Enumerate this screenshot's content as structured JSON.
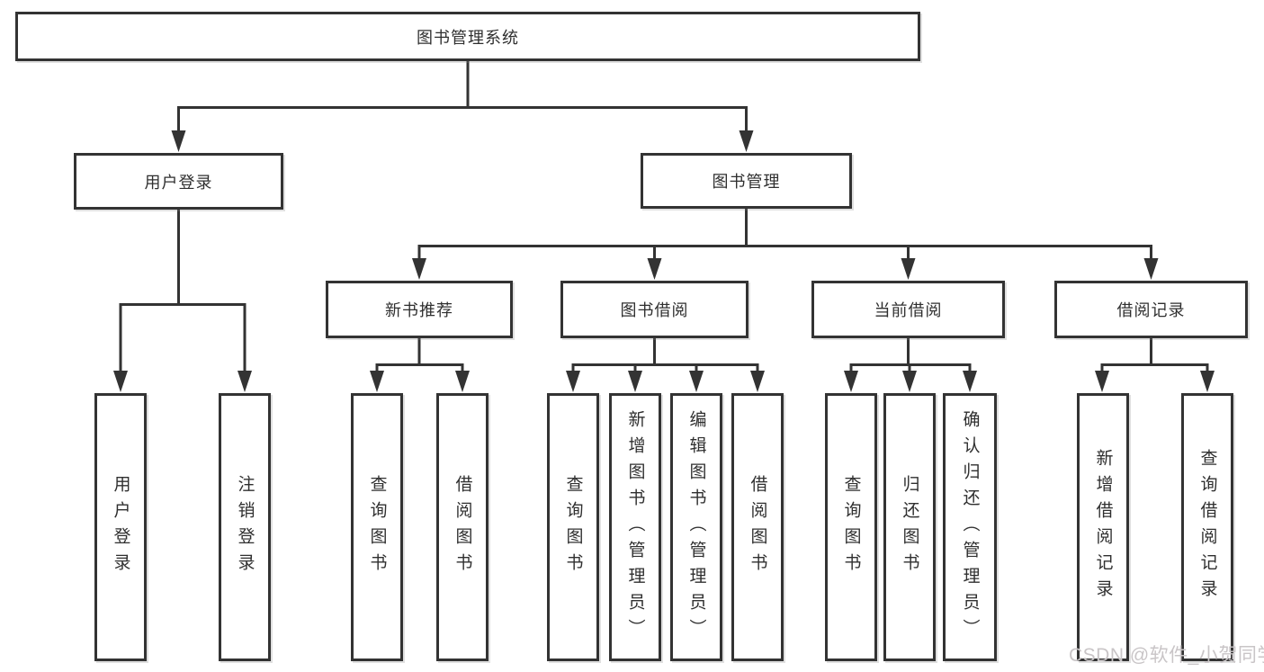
{
  "diagram": {
    "root": "图书管理系统",
    "user_login_branch": {
      "label": "用户登录",
      "children": [
        "用户登录",
        "注销登录"
      ]
    },
    "book_mgmt_branch": {
      "label": "图书管理",
      "groups": [
        {
          "label": "新书推荐",
          "children": [
            "查询图书",
            "借阅图书"
          ]
        },
        {
          "label": "图书借阅",
          "children": [
            "查询图书",
            "新增图书（管理员）",
            "编辑图书（管理员）",
            "借阅图书"
          ]
        },
        {
          "label": "当前借阅",
          "children": [
            "查询图书",
            "归还图书",
            "确认归还（管理员）"
          ]
        },
        {
          "label": "借阅记录",
          "children": [
            "新增借阅记录",
            "查询借阅记录"
          ]
        }
      ]
    }
  },
  "watermark": {
    "text": "CSDN @软件_小贺同学",
    "color": "#c9c5c7"
  },
  "colors": {
    "line": "#333333",
    "text": "#2f2f2f",
    "background": "#ffffff",
    "box_background": "#ffffff"
  }
}
